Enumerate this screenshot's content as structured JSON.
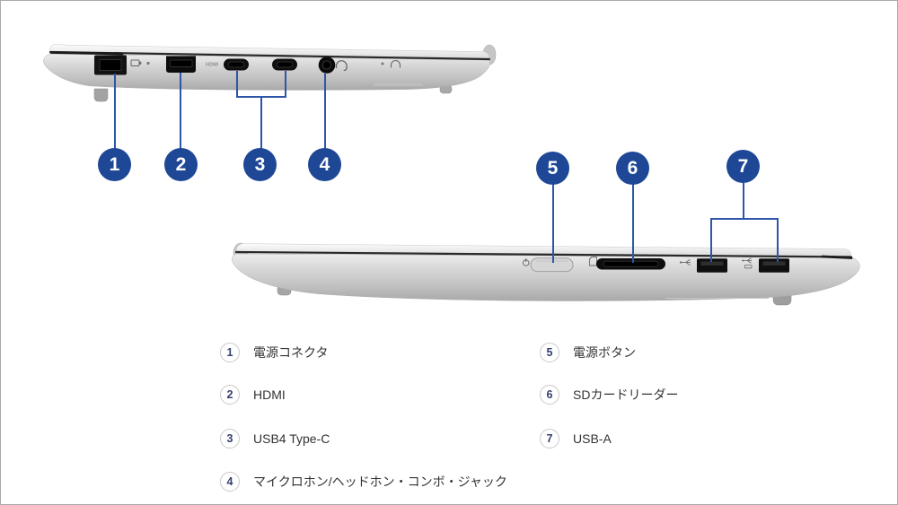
{
  "diagram": {
    "title_hint": "laptop-side-port-diagram",
    "views": {
      "left": "left-side-view",
      "right": "right-side-view"
    },
    "markings": {
      "hdmi": "HDMI"
    },
    "port_icons": [
      "battery-icon",
      "status-led",
      "headset-icon",
      "mic-led",
      "headphone-icon",
      "power-icon",
      "sd-card-icon",
      "usb-icon",
      "usb-charging-icon"
    ]
  },
  "colors": {
    "callout_fill": "#1e4796",
    "callout_line": "#2d55a8",
    "legend_number": "#343f70",
    "legend_circle_border": "#c9c9c9",
    "legend_text": "#333333"
  },
  "callouts": [
    {
      "number": "1",
      "label": "電源コネクタ"
    },
    {
      "number": "2",
      "label": "HDMI"
    },
    {
      "number": "3",
      "label": "USB4 Type-C"
    },
    {
      "number": "4",
      "label": "マイクロホン/ヘッドホン・コンボ・ジャック"
    },
    {
      "number": "5",
      "label": "電源ボタン"
    },
    {
      "number": "6",
      "label": "SDカードリーダー"
    },
    {
      "number": "7",
      "label": "USB-A"
    }
  ]
}
